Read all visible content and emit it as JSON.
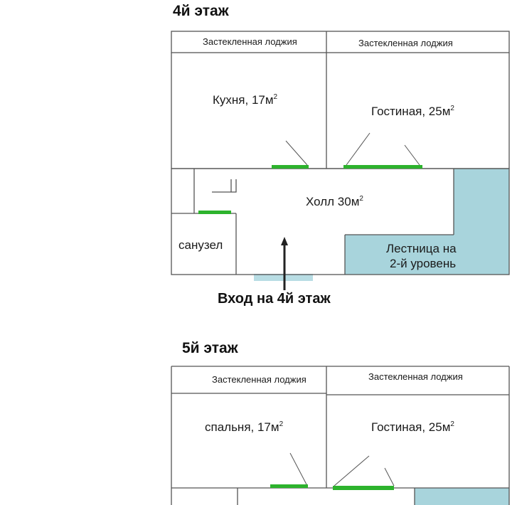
{
  "floor4": {
    "title": "4й этаж",
    "loggia_left": "Застекленная лоджия",
    "loggia_right": "Застекленная лоджия",
    "kitchen": "Кухня, 17м",
    "kitchen_sup": "2",
    "living": "Гостиная, 25м",
    "living_sup": "2",
    "hall": "Холл 30м",
    "hall_sup": "2",
    "bathroom": "санузел",
    "stairs_line1": "Лестница на",
    "stairs_line2": "2-й уровень",
    "entrance": "Вход на 4й этаж"
  },
  "floor5": {
    "title": "5й этаж",
    "loggia_left": "Застекленная лоджия",
    "loggia_right": "Застекленная лоджия",
    "bedroom": "спальня, 17м",
    "bedroom_sup": "2",
    "living": "Гостиная, 25м",
    "living_sup": "2"
  },
  "colors": {
    "wall": "#555555",
    "door": "#2db32d",
    "stairs_fill": "#a8d4dc",
    "entrance_fill": "#b8dde4",
    "arrow": "#222222"
  }
}
